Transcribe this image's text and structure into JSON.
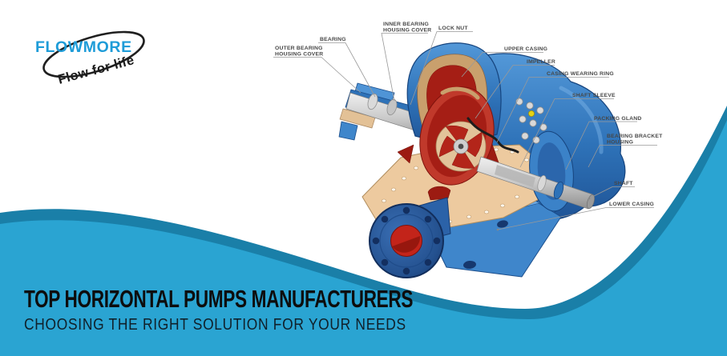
{
  "logo": {
    "wordmark": "FLOWMORE",
    "tagline": "Flow for life"
  },
  "hero": {
    "title": "TOP HORIZONTAL PUMPS MANUFACTURERS",
    "subtitle": "CHOOSING THE RIGHT SOLUTION FOR YOUR NEEDS"
  },
  "diagram": {
    "labels": [
      {
        "id": "outer-bearing-housing-cover",
        "line1": "OUTER BEARING",
        "line2": "HOUSING COVER"
      },
      {
        "id": "bearing",
        "line1": "BEARING"
      },
      {
        "id": "inner-bearing-housing-cover",
        "line1": "INNER BEARING",
        "line2": "HOUSING COVER"
      },
      {
        "id": "lock-nut",
        "line1": "LOCK NUT"
      },
      {
        "id": "upper-casing",
        "line1": "UPPER CASING"
      },
      {
        "id": "impeller",
        "line1": "IMPELLER"
      },
      {
        "id": "casing-wearing-ring",
        "line1": "CASING WEARING RING"
      },
      {
        "id": "shaft-sleeve",
        "line1": "SHAFT SLEEVE"
      },
      {
        "id": "packing-gland",
        "line1": "PACKING GLAND"
      },
      {
        "id": "bearing-bracket-housing",
        "line1": "BEARING BRACKET",
        "line2": "HOUSING"
      },
      {
        "id": "shaft",
        "line1": "SHAFT"
      },
      {
        "id": "lower-casing",
        "line1": "LOWER CASING"
      }
    ]
  },
  "colors": {
    "logo_blue": "#1E9CD8",
    "swoosh_black": "#1f1f1f",
    "wave_light": "#2AA4D2",
    "wave_dark": "#1A7FA8",
    "headline_text": "#0D0D0D",
    "label_text": "#474747",
    "leader_line": "#999999",
    "pump_casing_blue": "#2E72B8",
    "pump_navy": "#1D4886",
    "impeller_red": "#C0392B",
    "cut_red": "#A51E15",
    "flange_tan": "#EDCA9F",
    "shaft_gray": "#C9C9C9",
    "grease_yellow": "#E6D313"
  }
}
